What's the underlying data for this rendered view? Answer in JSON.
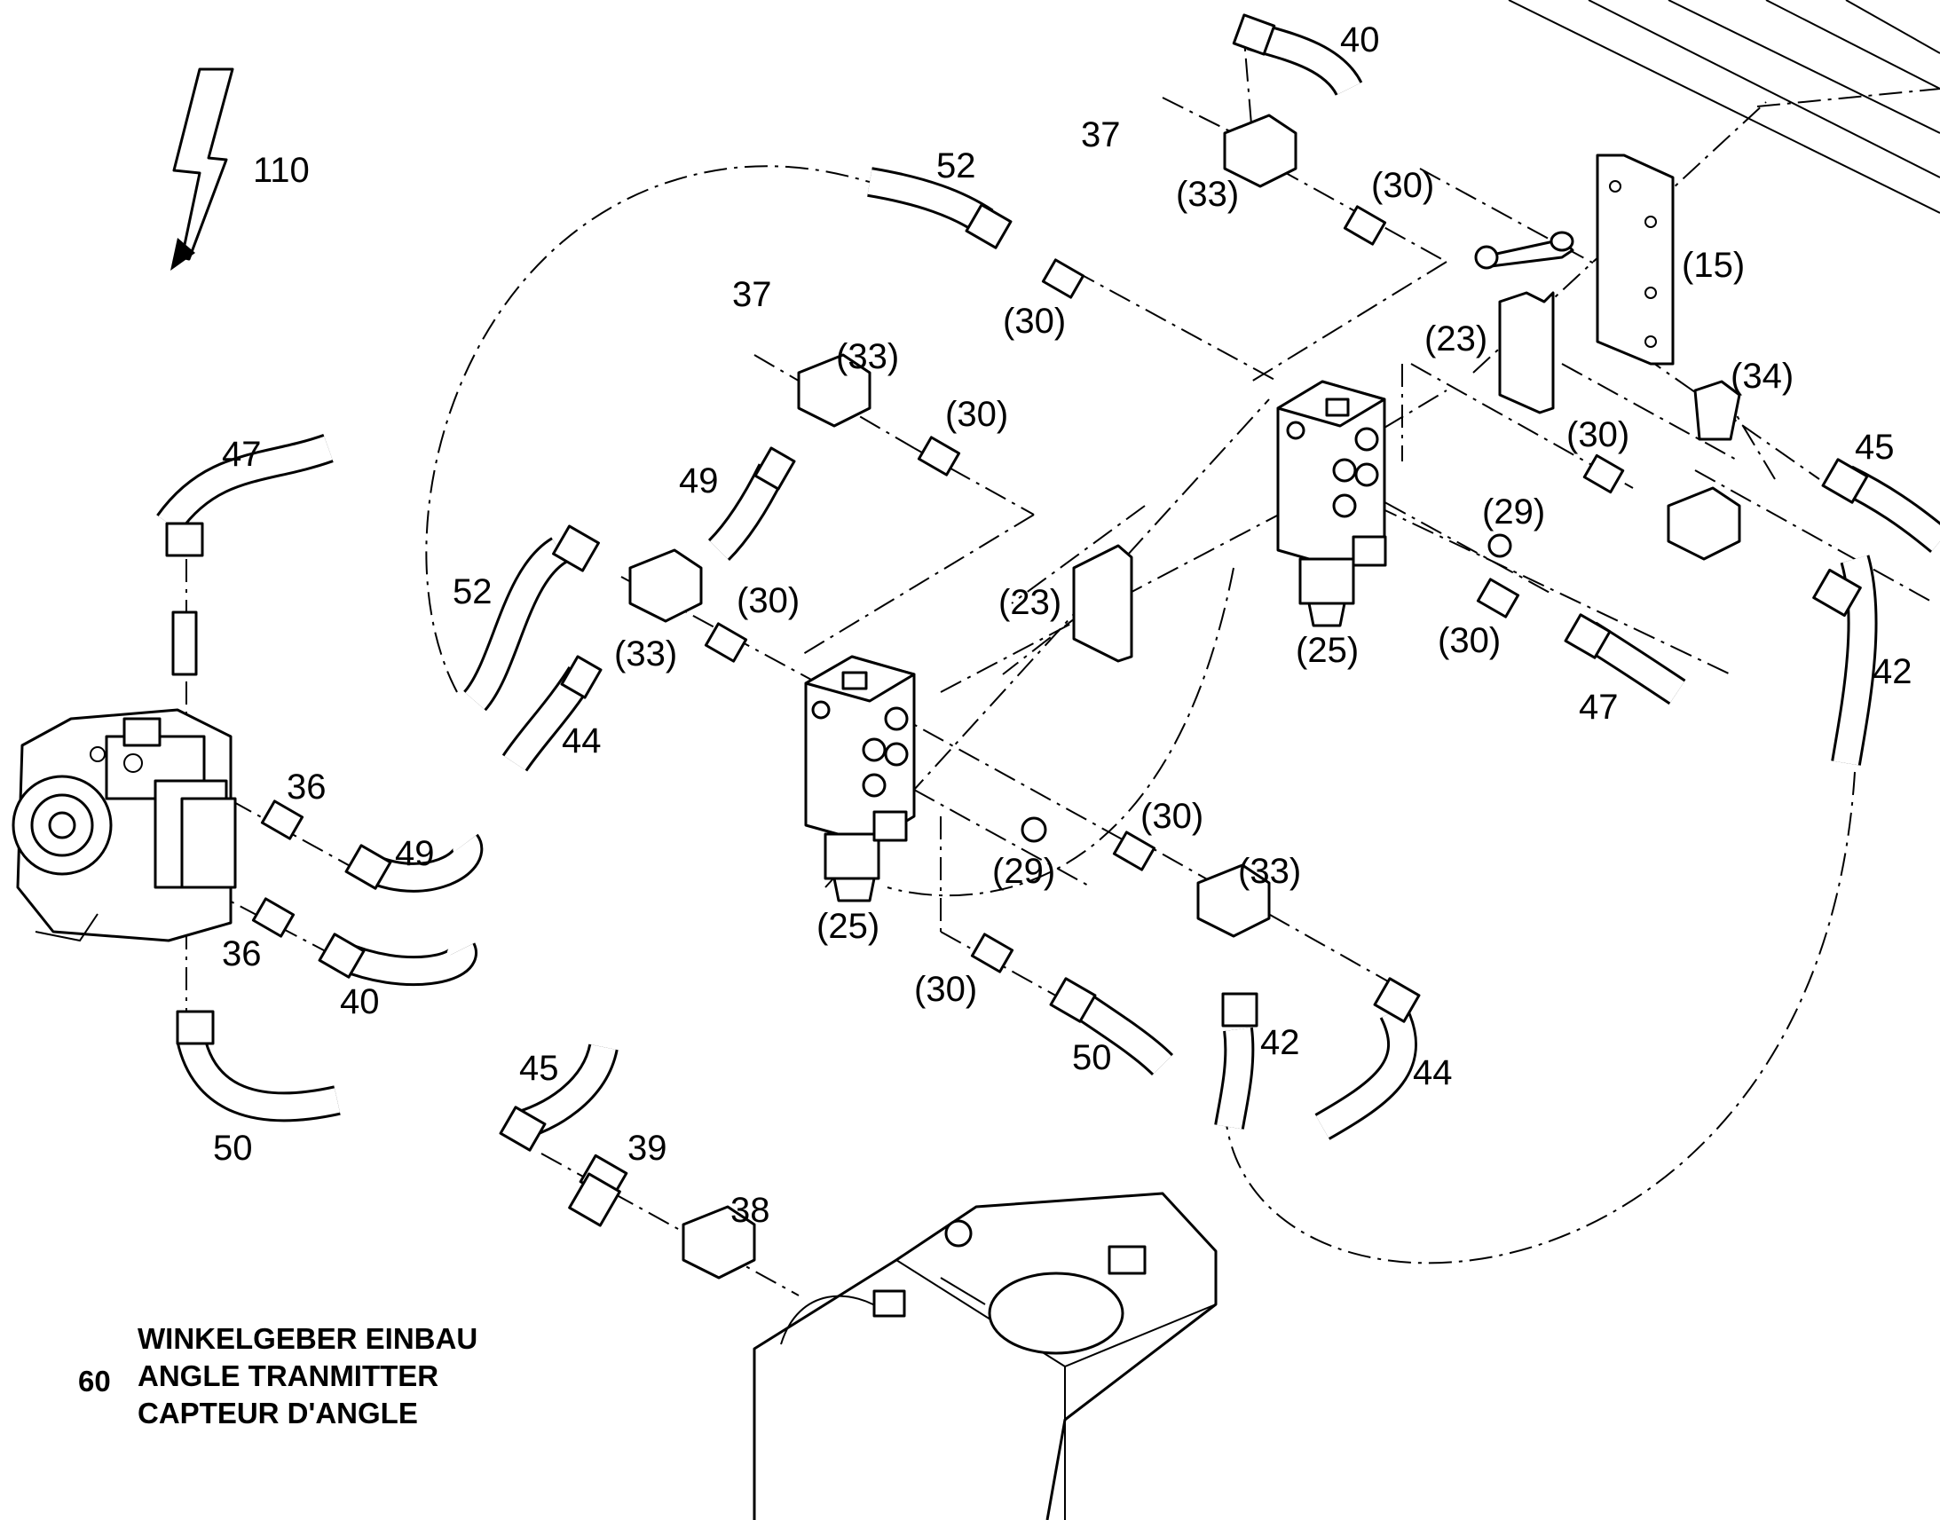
{
  "reference": {
    "number": "110"
  },
  "title_block": {
    "number": "60",
    "lines": [
      "WINKELGEBER EINBAU",
      "ANGLE TRANMITTER",
      "CAPTEUR D'ANGLE"
    ]
  },
  "callouts": [
    "40",
    "37",
    "(33)",
    "(30)",
    "52",
    "(30)",
    "(15)",
    "37",
    "(33)",
    "(23)",
    "(34)",
    "(30)",
    "45",
    "47",
    "(30)",
    "49",
    "(29)",
    "52",
    "(30)",
    "(33)",
    "(30)",
    "(25)",
    "47",
    "42",
    "(23)",
    "44",
    "36",
    "49",
    "(30)",
    "(29)",
    "(33)",
    "(25)",
    "36",
    "40",
    "(30)",
    "42",
    "50",
    "44",
    "50",
    "45",
    "39",
    "38"
  ]
}
